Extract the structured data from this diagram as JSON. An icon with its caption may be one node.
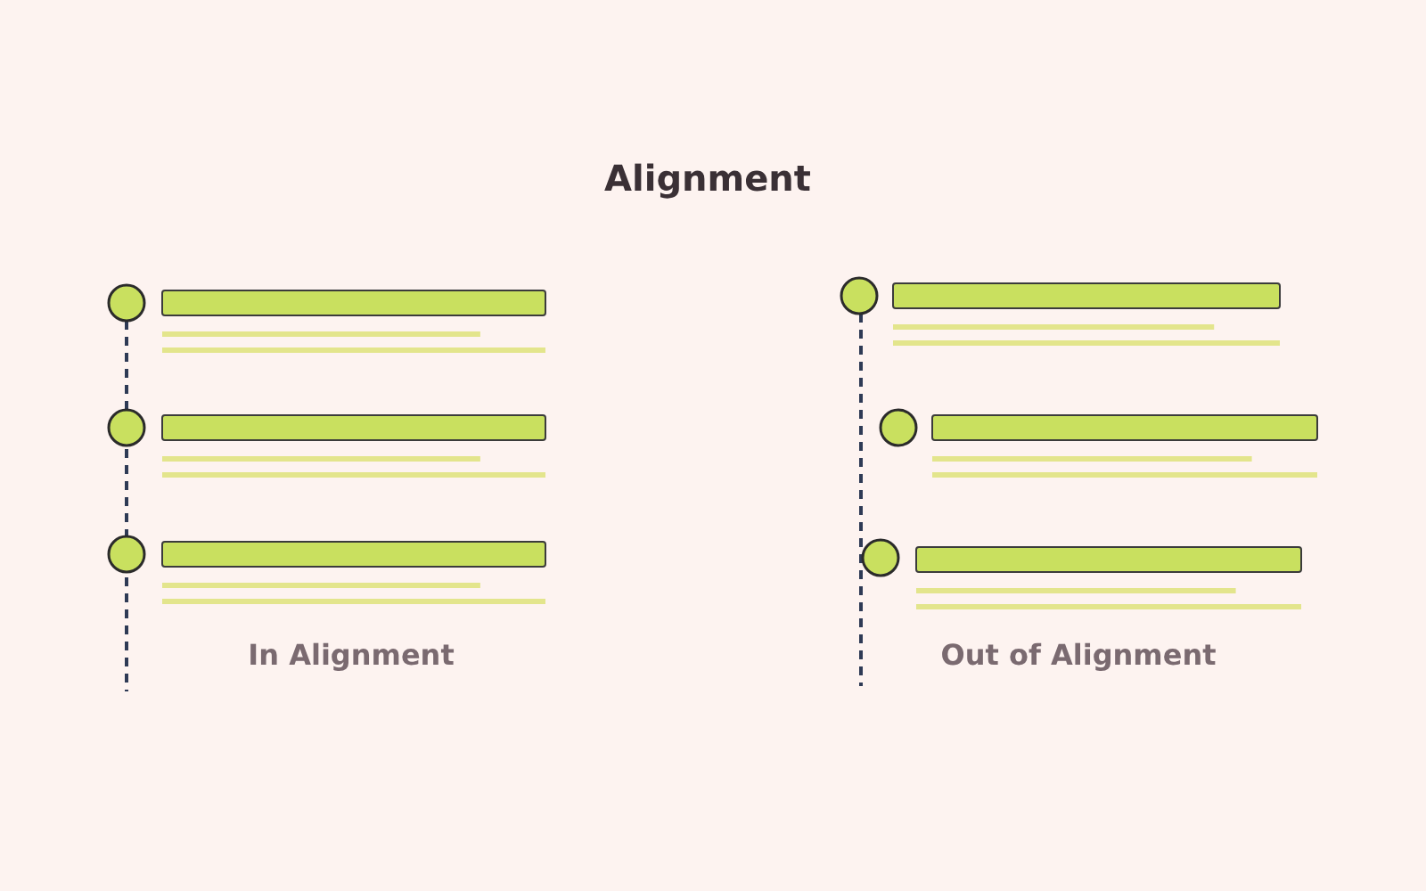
{
  "diagram": {
    "title": "Alignment",
    "labels": [
      "In Alignment",
      "Out of Alignment"
    ]
  }
}
